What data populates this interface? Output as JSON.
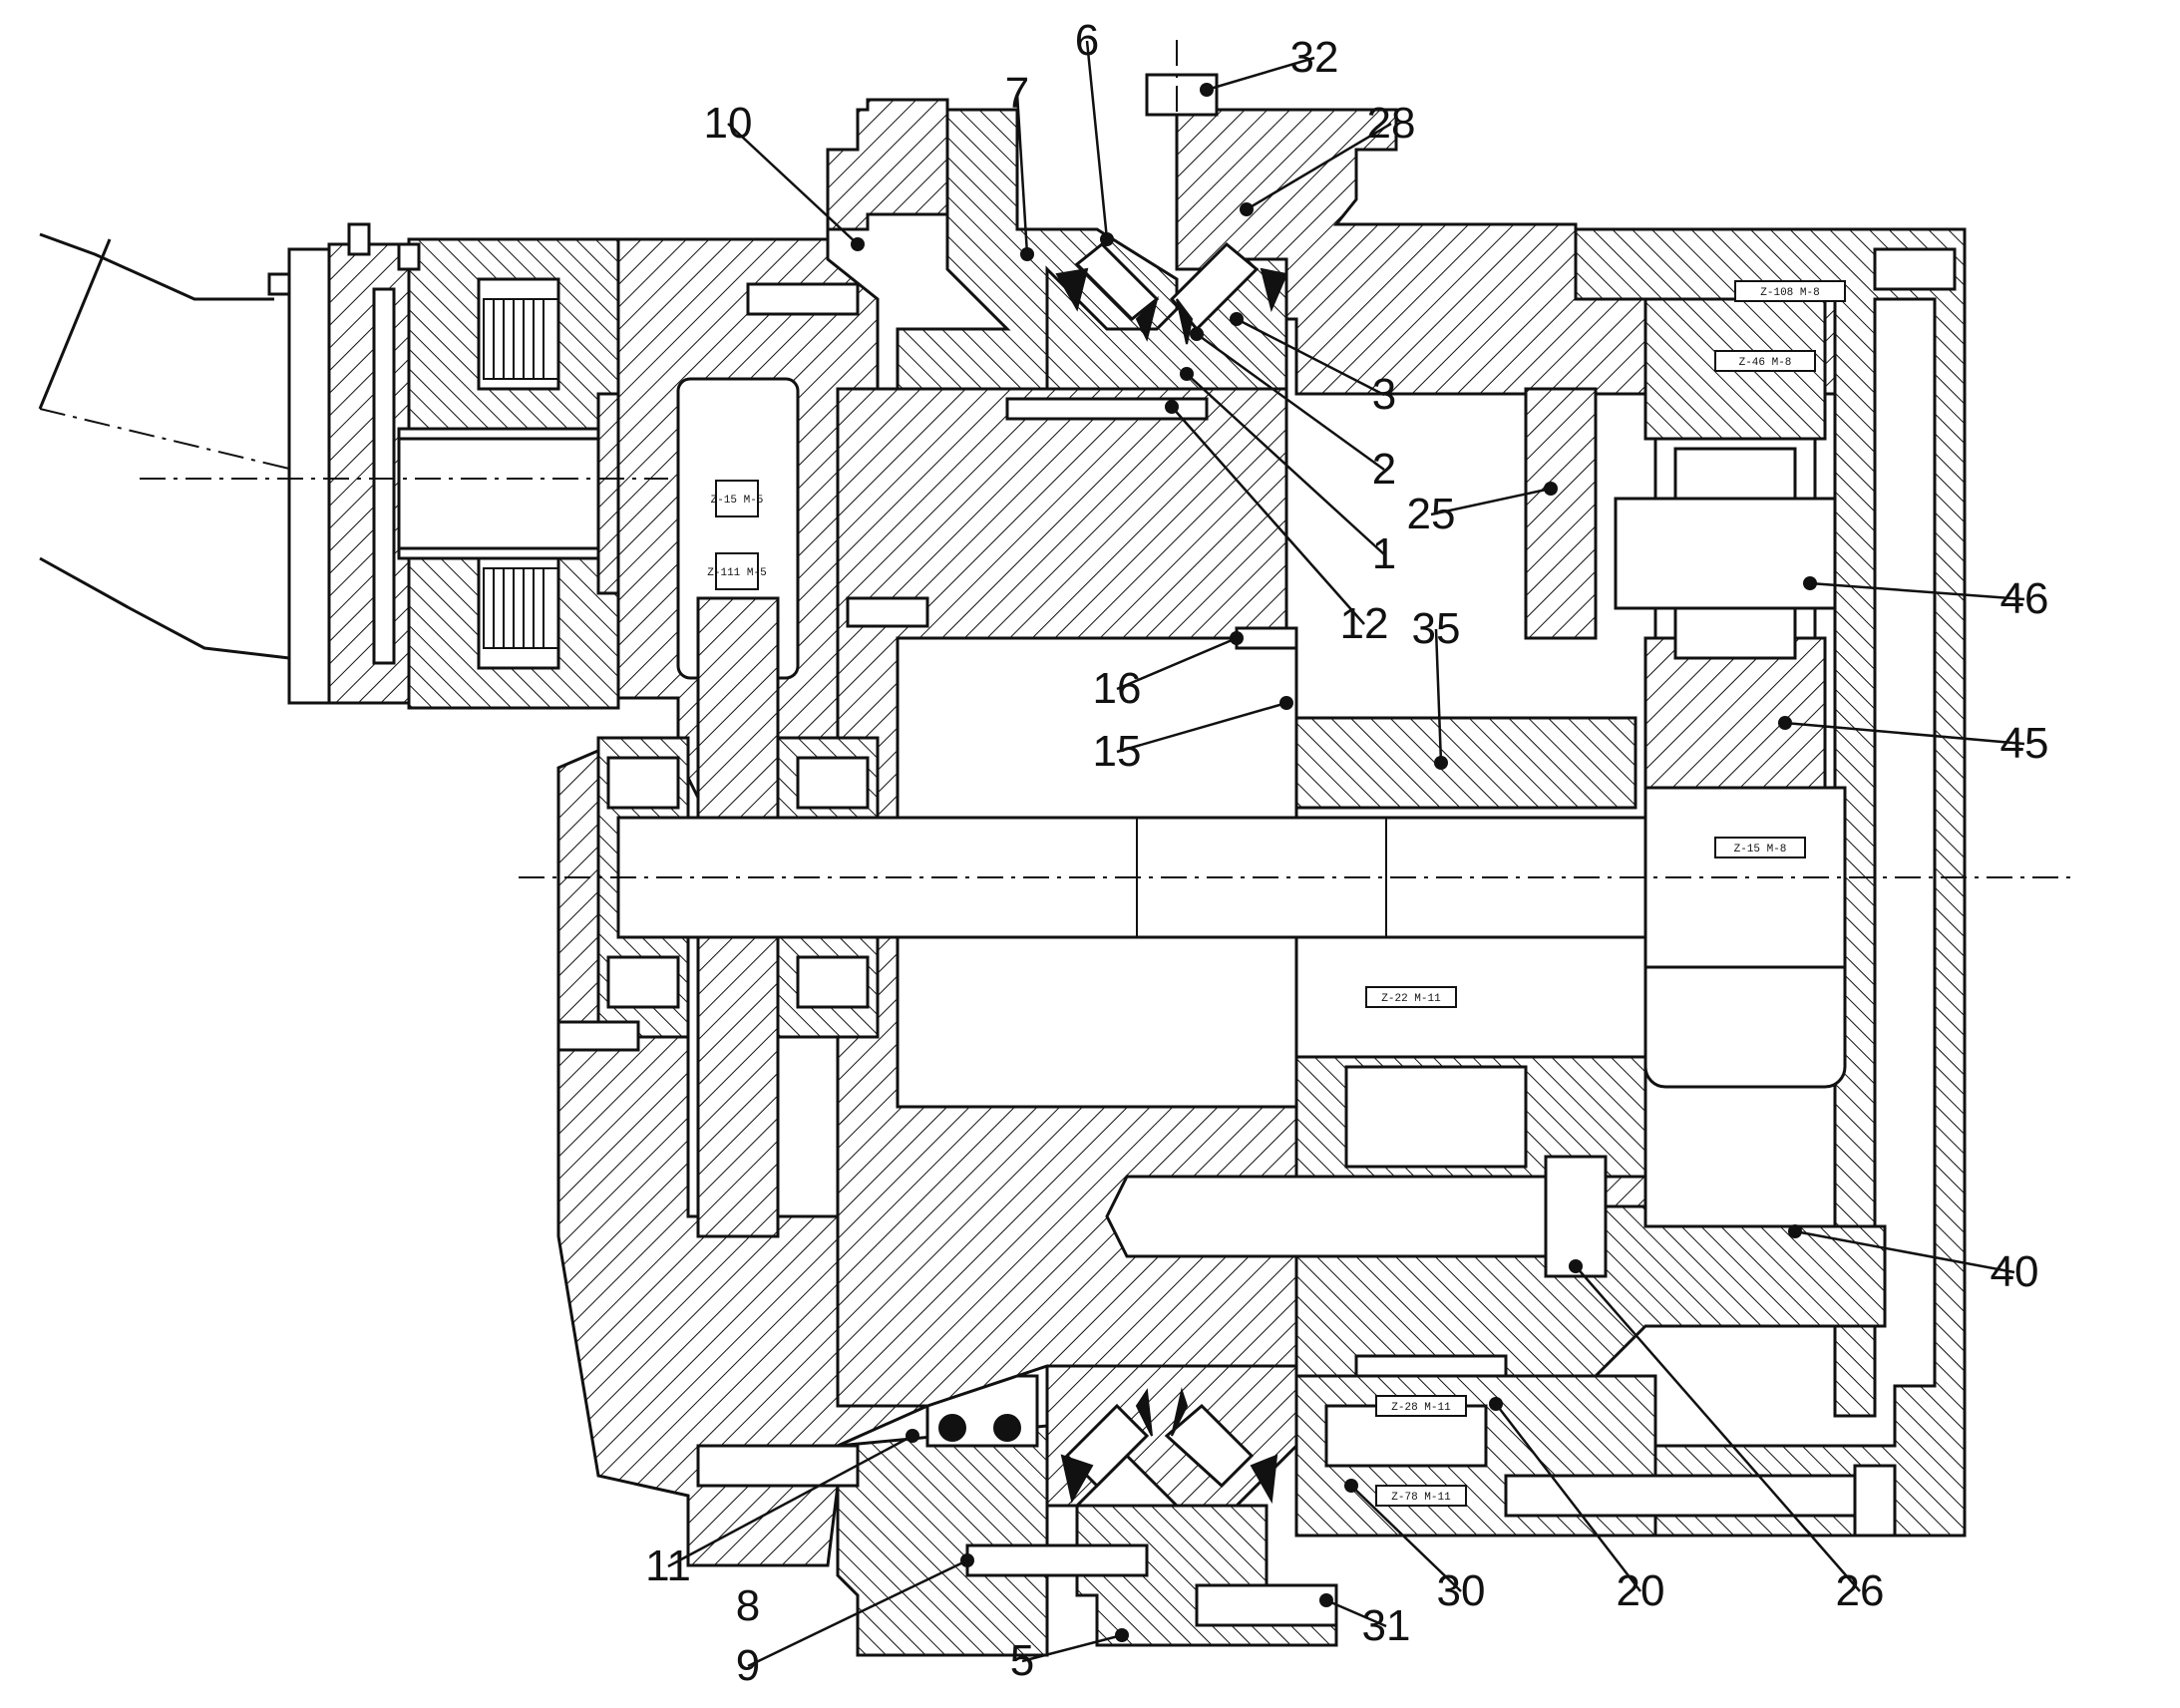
{
  "callouts": [
    {
      "id": "c1",
      "text": "1"
    },
    {
      "id": "c2",
      "text": "2"
    },
    {
      "id": "c3",
      "text": "3"
    },
    {
      "id": "c5",
      "text": "5"
    },
    {
      "id": "c6",
      "text": "6"
    },
    {
      "id": "c7",
      "text": "7"
    },
    {
      "id": "c8",
      "text": "8"
    },
    {
      "id": "c9",
      "text": "9"
    },
    {
      "id": "c10",
      "text": "10"
    },
    {
      "id": "c11",
      "text": "11"
    },
    {
      "id": "c12",
      "text": "12"
    },
    {
      "id": "c15",
      "text": "15"
    },
    {
      "id": "c16",
      "text": "16"
    },
    {
      "id": "c20",
      "text": "20"
    },
    {
      "id": "c25",
      "text": "25"
    },
    {
      "id": "c26",
      "text": "26"
    },
    {
      "id": "c28",
      "text": "28"
    },
    {
      "id": "c30",
      "text": "30"
    },
    {
      "id": "c31",
      "text": "31"
    },
    {
      "id": "c32",
      "text": "32"
    },
    {
      "id": "c35",
      "text": "35"
    },
    {
      "id": "c40",
      "text": "40"
    },
    {
      "id": "c45",
      "text": "45"
    },
    {
      "id": "c46",
      "text": "46"
    }
  ],
  "gear_tags": [
    {
      "id": "g1",
      "text": "Z-108  M-8"
    },
    {
      "id": "g2",
      "text": "Z-46  M-8"
    },
    {
      "id": "g3",
      "text": "Z-15  M-8"
    },
    {
      "id": "g4",
      "text": "Z-22  M-11"
    },
    {
      "id": "g5",
      "text": "Z-28  M-11"
    },
    {
      "id": "g6",
      "text": "Z-78  M-11"
    },
    {
      "id": "g7",
      "text": "Z-15  M-5"
    },
    {
      "id": "g8",
      "text": "Z-111  M-5"
    }
  ]
}
